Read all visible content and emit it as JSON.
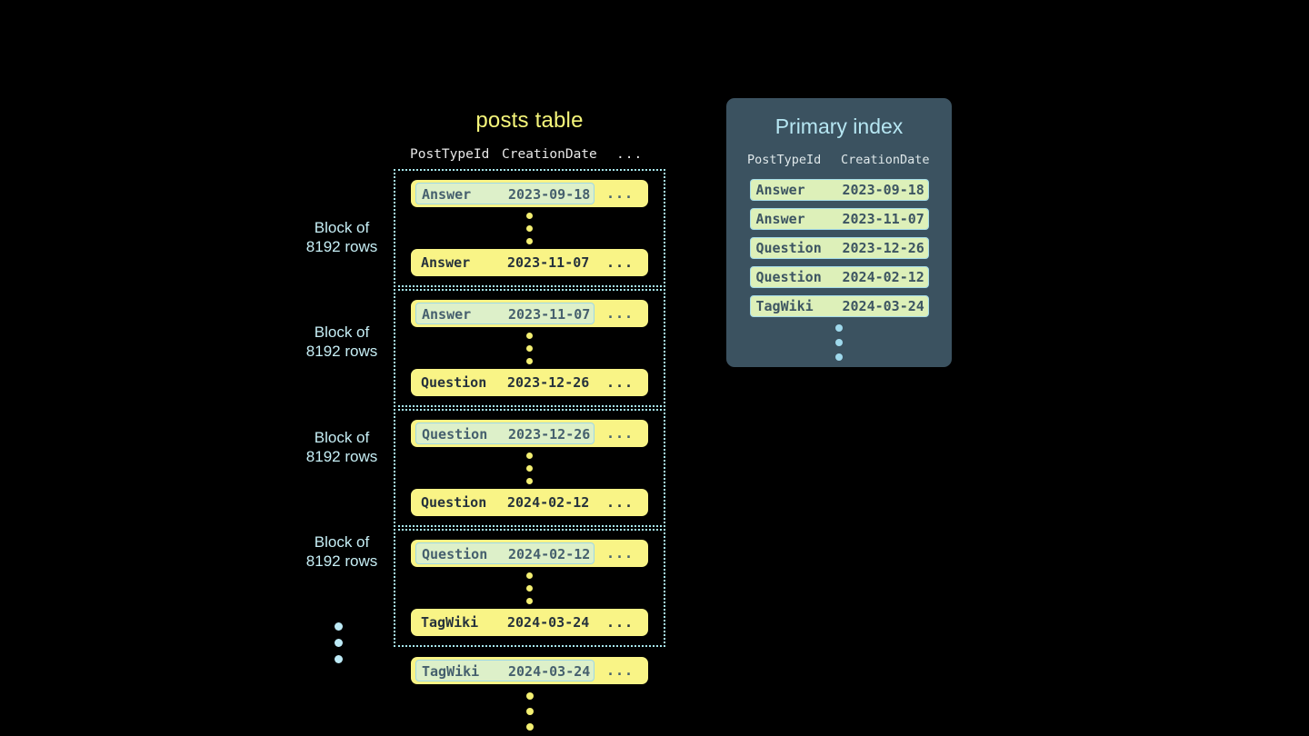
{
  "posts_table": {
    "title": "posts table",
    "columns": [
      "PostTypeId",
      "CreationDate",
      "..."
    ],
    "more_cell": "...",
    "blocks": [
      {
        "label_line1": "Block of",
        "label_line2": "8192 rows",
        "first_row": {
          "type": "Answer",
          "date": "2023-09-18",
          "more": "...",
          "highlighted": true
        },
        "last_row": {
          "type": "Answer",
          "date": "2023-11-07",
          "more": "...",
          "highlighted": false
        }
      },
      {
        "label_line1": "Block of",
        "label_line2": "8192 rows",
        "first_row": {
          "type": "Answer",
          "date": "2023-11-07",
          "more": "...",
          "highlighted": true
        },
        "last_row": {
          "type": "Question",
          "date": "2023-12-26",
          "more": "...",
          "highlighted": false
        }
      },
      {
        "label_line1": "Block of",
        "label_line2": "8192 rows",
        "first_row": {
          "type": "Question",
          "date": "2023-12-26",
          "more": "...",
          "highlighted": true
        },
        "last_row": {
          "type": "Question",
          "date": "2024-02-12",
          "more": "...",
          "highlighted": false
        }
      },
      {
        "label_line1": "Block of",
        "label_line2": "8192 rows",
        "first_row": {
          "type": "Question",
          "date": "2024-02-12",
          "more": "...",
          "highlighted": true
        },
        "last_row": {
          "type": "TagWiki",
          "date": "2024-03-24",
          "more": "...",
          "highlighted": false
        }
      }
    ],
    "trailing_row": {
      "type": "TagWiki",
      "date": "2024-03-24",
      "more": "...",
      "highlighted": true
    }
  },
  "primary_index": {
    "title": "Primary index",
    "columns": [
      "PostTypeId",
      "CreationDate"
    ],
    "rows": [
      {
        "type": "Answer",
        "date": "2023-09-18"
      },
      {
        "type": "Answer",
        "date": "2023-11-07"
      },
      {
        "type": "Question",
        "date": "2023-12-26"
      },
      {
        "type": "Question",
        "date": "2024-02-12"
      },
      {
        "type": "TagWiki",
        "date": "2024-03-24"
      }
    ]
  },
  "colors": {
    "background": "#000000",
    "row_yellow": "#f9f486",
    "highlight_green": "#ddf0c9",
    "index_green": "#ddf0b9",
    "accent_cyan": "#a8e8ee",
    "panel_slate": "#3b5260",
    "title_yellow": "#f5f57a",
    "label_cyan": "#c6eef5"
  }
}
